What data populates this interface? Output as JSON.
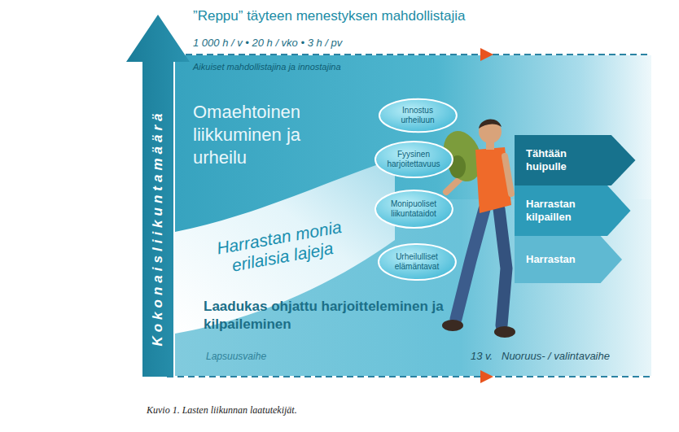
{
  "diagram": {
    "title": "”Reppu” täyteen menestyksen mahdollistajia",
    "caption": "Kuvio 1. Lasten liikunnan laatutekijät.",
    "nodes": [
      {
        "text": [
          "Kokonaisliikuntamäärä"
        ]
      },
      {
        "text": [
          "Harrastan monia erilaisia lajeja"
        ]
      },
      {
        "text": [
          "Innostus urheiluun"
        ]
      },
      {
        "text": [
          "Fyysinen harjoitettavuus"
        ]
      },
      {
        "text": [
          "Monipuoliset liikuntataidot"
        ]
      },
      {
        "text": [
          "Urheilulliset elämäntavat"
        ]
      },
      {
        "text": [
          "Tähtään huipulle"
        ]
      },
      {
        "text": [
          "Harrastan kilpaillen"
        ]
      },
      {
        "text": [
          "Harrastan"
        ]
      }
    ],
    "labels": [
      "1 000 h / v • 20 h / vko • 3 h / pv",
      "Aikuiset mahdollistajina ja innostajina",
      "Omaehtoinen liikkuminen ja urheilu",
      "Laadukas ohjattu harjoitteleminen ja kilpaileminen",
      "Lapsuusvaihe",
      "13 v.",
      "Nuoruus- / valintavaihe"
    ]
  }
}
